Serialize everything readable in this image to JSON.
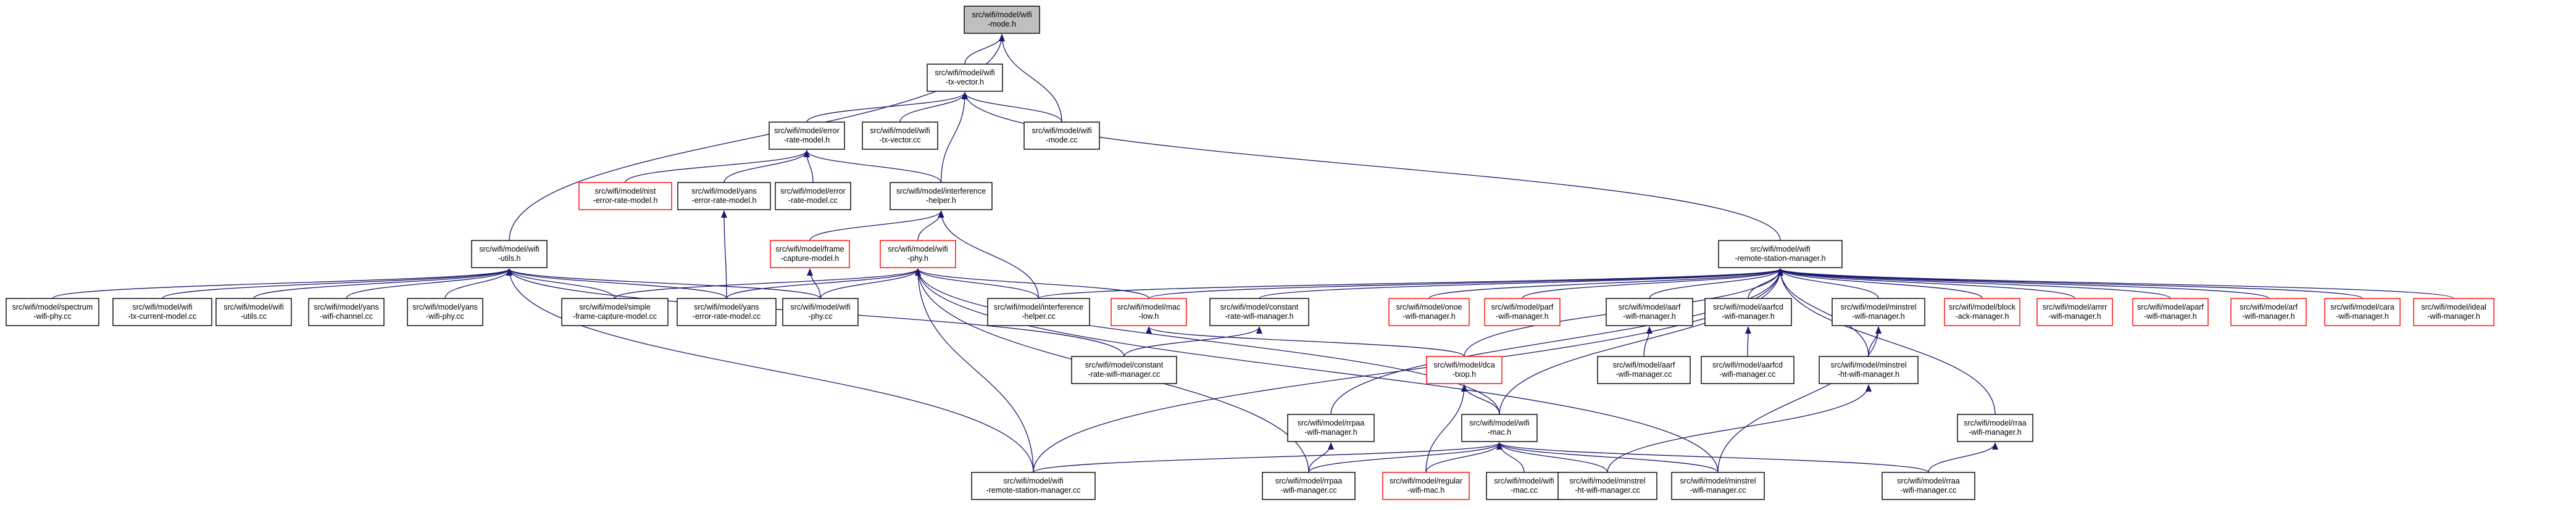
{
  "colors": {
    "edge": "#191970",
    "node_border": "#000000",
    "node_border_incomplete": "#ff0000",
    "node_fill": "#ffffff",
    "root_fill": "#bfbfbf"
  },
  "nodes": [
    {
      "id": "mode_h",
      "lines": [
        "src/wifi/model/wifi",
        "-mode.h"
      ],
      "root": true
    },
    {
      "id": "tx_vector_h",
      "lines": [
        "src/wifi/model/wifi",
        "-tx-vector.h"
      ]
    },
    {
      "id": "error_rate_model_h",
      "lines": [
        "src/wifi/model/error",
        "-rate-model.h"
      ]
    },
    {
      "id": "tx_vector_cc",
      "lines": [
        "src/wifi/model/wifi",
        "-tx-vector.cc"
      ]
    },
    {
      "id": "mode_cc",
      "lines": [
        "src/wifi/model/wifi",
        "-mode.cc"
      ]
    },
    {
      "id": "nist_error",
      "lines": [
        "src/wifi/model/nist",
        "-error-rate-model.h"
      ],
      "red": true
    },
    {
      "id": "yans_error_h",
      "lines": [
        "src/wifi/model/yans",
        "-error-rate-model.h"
      ]
    },
    {
      "id": "error_rate_model_cc",
      "lines": [
        "src/wifi/model/error",
        "-rate-model.cc"
      ]
    },
    {
      "id": "interference_h",
      "lines": [
        "src/wifi/model/interference",
        "-helper.h"
      ]
    },
    {
      "id": "utils_h",
      "lines": [
        "src/wifi/model/wifi",
        "-utils.h"
      ]
    },
    {
      "id": "frame_capture",
      "lines": [
        "src/wifi/model/frame",
        "-capture-model.h"
      ],
      "red": true
    },
    {
      "id": "phy_h",
      "lines": [
        "src/wifi/model/wifi",
        "-phy.h"
      ],
      "red": true
    },
    {
      "id": "rsm_h",
      "lines": [
        "src/wifi/model/wifi",
        "-remote-station-manager.h"
      ]
    },
    {
      "id": "spectrum_phy",
      "lines": [
        "src/wifi/model/spectrum",
        "-wifi-phy.cc"
      ]
    },
    {
      "id": "tx_current",
      "lines": [
        "src/wifi/model/wifi",
        "-tx-current-model.cc"
      ]
    },
    {
      "id": "utils_cc",
      "lines": [
        "src/wifi/model/wifi",
        "-utils.cc"
      ]
    },
    {
      "id": "yans_channel",
      "lines": [
        "src/wifi/model/yans",
        "-wifi-channel.cc"
      ]
    },
    {
      "id": "yans_phy",
      "lines": [
        "src/wifi/model/yans",
        "-wifi-phy.cc"
      ]
    },
    {
      "id": "simple_frame",
      "lines": [
        "src/wifi/model/simple",
        "-frame-capture-model.cc"
      ]
    },
    {
      "id": "yans_error_cc",
      "lines": [
        "src/wifi/model/yans",
        "-error-rate-model.cc"
      ]
    },
    {
      "id": "phy_cc",
      "lines": [
        "src/wifi/model/wifi",
        "-phy.cc"
      ]
    },
    {
      "id": "interference_cc",
      "lines": [
        "src/wifi/model/interference",
        "-helper.cc"
      ]
    },
    {
      "id": "mac_low",
      "lines": [
        "src/wifi/model/mac",
        "-low.h"
      ],
      "red": true
    },
    {
      "id": "constant_h",
      "lines": [
        "src/wifi/model/constant",
        "-rate-wifi-manager.h"
      ]
    },
    {
      "id": "onoe",
      "lines": [
        "src/wifi/model/onoe",
        "-wifi-manager.h"
      ],
      "red": true
    },
    {
      "id": "parf",
      "lines": [
        "src/wifi/model/parf",
        "-wifi-manager.h"
      ],
      "red": true
    },
    {
      "id": "aarf_h",
      "lines": [
        "src/wifi/model/aarf",
        "-wifi-manager.h"
      ]
    },
    {
      "id": "aarfcd_h",
      "lines": [
        "src/wifi/model/aarfcd",
        "-wifi-manager.h"
      ]
    },
    {
      "id": "minstrel_h",
      "lines": [
        "src/wifi/model/minstrel",
        "-wifi-manager.h"
      ]
    },
    {
      "id": "block_ack",
      "lines": [
        "src/wifi/model/block",
        "-ack-manager.h"
      ],
      "red": true
    },
    {
      "id": "amrr",
      "lines": [
        "src/wifi/model/amrr",
        "-wifi-manager.h"
      ],
      "red": true
    },
    {
      "id": "aparf",
      "lines": [
        "src/wifi/model/aparf",
        "-wifi-manager.h"
      ],
      "red": true
    },
    {
      "id": "arf",
      "lines": [
        "src/wifi/model/arf",
        "-wifi-manager.h"
      ],
      "red": true
    },
    {
      "id": "cara",
      "lines": [
        "src/wifi/model/cara",
        "-wifi-manager.h"
      ],
      "red": true
    },
    {
      "id": "ideal",
      "lines": [
        "src/wifi/model/ideal",
        "-wifi-manager.h"
      ],
      "red": true
    },
    {
      "id": "constant_cc",
      "lines": [
        "src/wifi/model/constant",
        "-rate-wifi-manager.cc"
      ]
    },
    {
      "id": "dca_txop",
      "lines": [
        "src/wifi/model/dca",
        "-txop.h"
      ],
      "red": true
    },
    {
      "id": "aarf_cc",
      "lines": [
        "src/wifi/model/aarf",
        "-wifi-manager.cc"
      ]
    },
    {
      "id": "aarfcd_cc",
      "lines": [
        "src/wifi/model/aarfcd",
        "-wifi-manager.cc"
      ]
    },
    {
      "id": "minstrel_ht_h",
      "lines": [
        "src/wifi/model/minstrel",
        "-ht-wifi-manager.h"
      ]
    },
    {
      "id": "rrpaa_h",
      "lines": [
        "src/wifi/model/rrpaa",
        "-wifi-manager.h"
      ]
    },
    {
      "id": "mac_h",
      "lines": [
        "src/wifi/model/wifi",
        "-mac.h"
      ]
    },
    {
      "id": "rraa_h",
      "lines": [
        "src/wifi/model/rraa",
        "-wifi-manager.h"
      ]
    },
    {
      "id": "rsm_cc",
      "lines": [
        "src/wifi/model/wifi",
        "-remote-station-manager.cc"
      ]
    },
    {
      "id": "rrpaa_cc",
      "lines": [
        "src/wifi/model/rrpaa",
        "-wifi-manager.cc"
      ]
    },
    {
      "id": "regular_mac",
      "lines": [
        "src/wifi/model/regular",
        "-wifi-mac.h"
      ],
      "red": true
    },
    {
      "id": "mac_cc",
      "lines": [
        "src/wifi/model/wifi",
        "-mac.cc"
      ]
    },
    {
      "id": "minstrel_ht_cc",
      "lines": [
        "src/wifi/model/minstrel",
        "-ht-wifi-manager.cc"
      ]
    },
    {
      "id": "minstrel_cc",
      "lines": [
        "src/wifi/model/minstrel",
        "-wifi-manager.cc"
      ]
    },
    {
      "id": "rraa_cc",
      "lines": [
        "src/wifi/model/rraa",
        "-wifi-manager.cc"
      ]
    }
  ],
  "edges": [
    [
      "mode_h",
      "tx_vector_h"
    ],
    [
      "mode_h",
      "mode_cc"
    ],
    [
      "mode_h",
      "utils_h"
    ],
    [
      "tx_vector_h",
      "error_rate_model_h"
    ],
    [
      "tx_vector_h",
      "tx_vector_cc"
    ],
    [
      "tx_vector_h",
      "mode_cc"
    ],
    [
      "tx_vector_h",
      "interference_h"
    ],
    [
      "tx_vector_h",
      "rsm_h"
    ],
    [
      "error_rate_model_h",
      "nist_error"
    ],
    [
      "error_rate_model_h",
      "yans_error_h"
    ],
    [
      "error_rate_model_h",
      "error_rate_model_cc"
    ],
    [
      "error_rate_model_h",
      "interference_h"
    ],
    [
      "yans_error_h",
      "yans_error_cc"
    ],
    [
      "interference_h",
      "frame_capture"
    ],
    [
      "interference_h",
      "phy_h"
    ],
    [
      "interference_h",
      "interference_cc"
    ],
    [
      "frame_capture",
      "phy_cc"
    ],
    [
      "utils_h",
      "spectrum_phy"
    ],
    [
      "utils_h",
      "tx_current"
    ],
    [
      "utils_h",
      "utils_cc"
    ],
    [
      "utils_h",
      "yans_channel"
    ],
    [
      "utils_h",
      "yans_phy"
    ],
    [
      "utils_h",
      "simple_frame"
    ],
    [
      "utils_h",
      "yans_error_cc"
    ],
    [
      "utils_h",
      "phy_cc"
    ],
    [
      "utils_h",
      "constant_cc"
    ],
    [
      "utils_h",
      "rsm_cc"
    ],
    [
      "phy_h",
      "simple_frame"
    ],
    [
      "phy_h",
      "yans_error_cc"
    ],
    [
      "phy_h",
      "phy_cc"
    ],
    [
      "phy_h",
      "interference_cc"
    ],
    [
      "phy_h",
      "mac_low"
    ],
    [
      "phy_h",
      "mac_h"
    ],
    [
      "phy_h",
      "rsm_cc"
    ],
    [
      "phy_h",
      "minstrel_cc"
    ],
    [
      "phy_h",
      "rrpaa_cc"
    ],
    [
      "rsm_h",
      "interference_cc"
    ],
    [
      "rsm_h",
      "mac_low"
    ],
    [
      "rsm_h",
      "constant_h"
    ],
    [
      "rsm_h",
      "onoe"
    ],
    [
      "rsm_h",
      "parf"
    ],
    [
      "rsm_h",
      "aarf_h"
    ],
    [
      "rsm_h",
      "aarfcd_h"
    ],
    [
      "rsm_h",
      "minstrel_h"
    ],
    [
      "rsm_h",
      "block_ack"
    ],
    [
      "rsm_h",
      "amrr"
    ],
    [
      "rsm_h",
      "aparf"
    ],
    [
      "rsm_h",
      "arf"
    ],
    [
      "rsm_h",
      "cara"
    ],
    [
      "rsm_h",
      "ideal"
    ],
    [
      "rsm_h",
      "dca_txop"
    ],
    [
      "rsm_h",
      "minstrel_ht_h"
    ],
    [
      "rsm_h",
      "rrpaa_h"
    ],
    [
      "rsm_h",
      "mac_h"
    ],
    [
      "rsm_h",
      "rraa_h"
    ],
    [
      "rsm_h",
      "rsm_cc"
    ],
    [
      "mac_low",
      "dca_txop"
    ],
    [
      "constant_h",
      "constant_cc"
    ],
    [
      "aarf_h",
      "aarf_cc"
    ],
    [
      "aarfcd_h",
      "aarfcd_cc"
    ],
    [
      "minstrel_h",
      "minstrel_ht_h"
    ],
    [
      "minstrel_h",
      "minstrel_cc"
    ],
    [
      "dca_txop",
      "mac_h"
    ],
    [
      "dca_txop",
      "regular_mac"
    ],
    [
      "minstrel_ht_h",
      "minstrel_ht_cc"
    ],
    [
      "rrpaa_h",
      "rrpaa_cc"
    ],
    [
      "mac_h",
      "rsm_cc"
    ],
    [
      "mac_h",
      "rrpaa_cc"
    ],
    [
      "mac_h",
      "regular_mac"
    ],
    [
      "mac_h",
      "mac_cc"
    ],
    [
      "mac_h",
      "minstrel_ht_cc"
    ],
    [
      "mac_h",
      "minstrel_cc"
    ],
    [
      "mac_h",
      "rraa_cc"
    ],
    [
      "rraa_h",
      "rraa_cc"
    ]
  ]
}
